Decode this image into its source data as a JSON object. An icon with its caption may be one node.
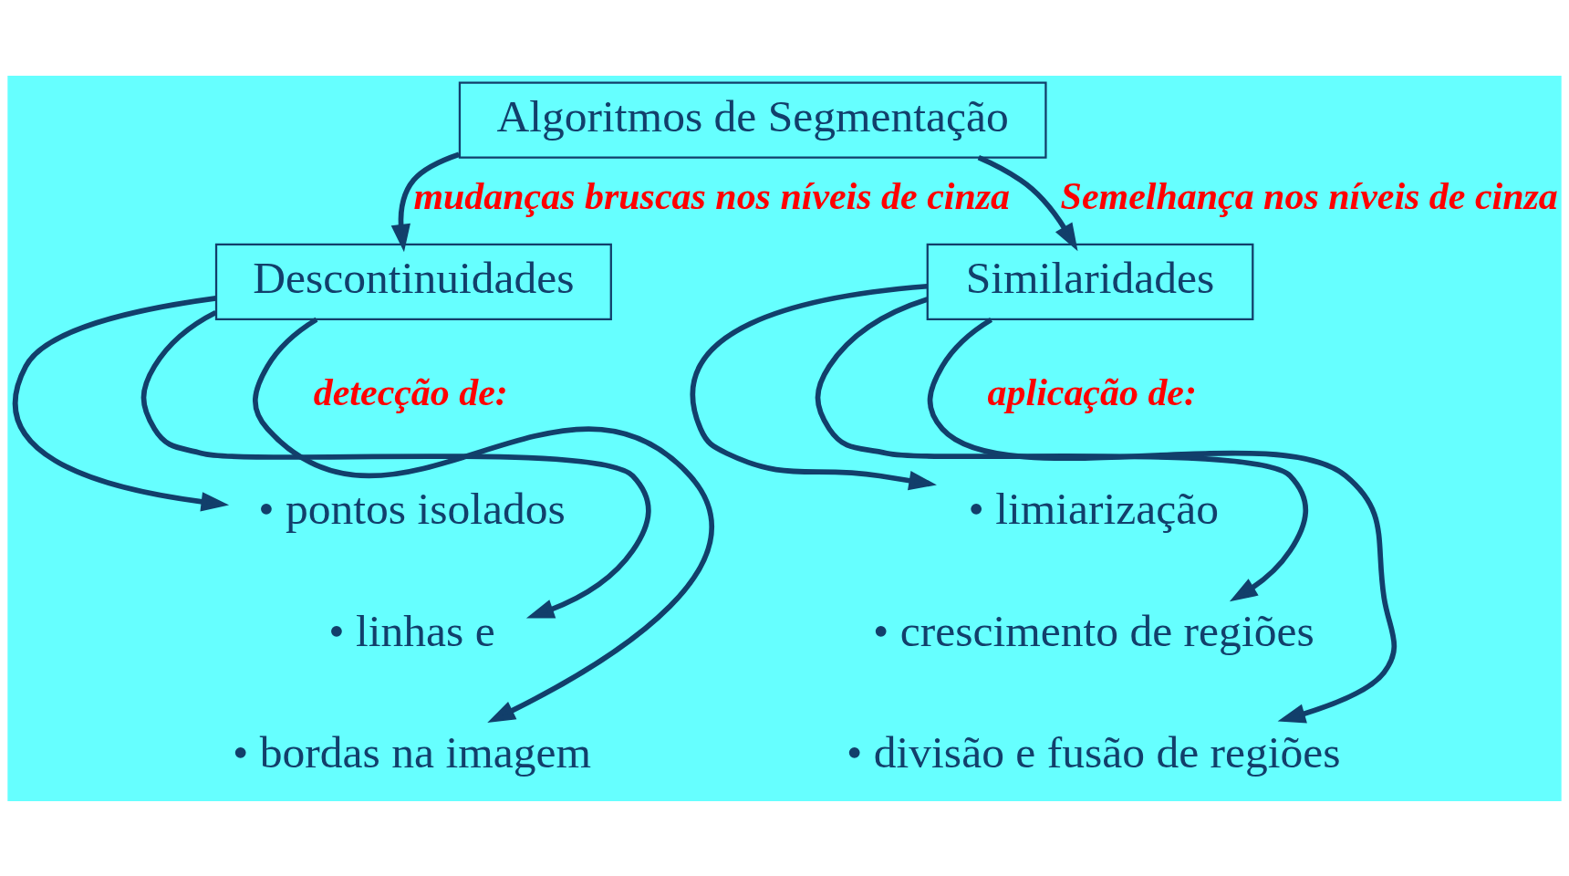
{
  "diagram": {
    "nodes": [
      {
        "text": [
          "Algoritmos de Segmentação"
        ]
      },
      {
        "text": [
          "Descontinuidades"
        ]
      },
      {
        "text": [
          "Similaridades"
        ]
      },
      {
        "text": [
          "• pontos isolados"
        ]
      },
      {
        "text": [
          "• linhas e"
        ]
      },
      {
        "text": [
          "• bordas na imagem"
        ]
      },
      {
        "text": [
          "• limiarização"
        ]
      },
      {
        "text": [
          "• crescimento de regiões"
        ]
      },
      {
        "text": [
          "• divisão e fusão de regiões"
        ]
      }
    ],
    "edges": [
      {
        "from": 0,
        "to": 1,
        "arrow": "to",
        "label": "mudanças bruscas nos níveis de cinza"
      },
      {
        "from": 0,
        "to": 2,
        "arrow": "to",
        "label": "Semelhança nos níveis de cinza"
      },
      {
        "from": 1,
        "to": 3,
        "arrow": "to"
      },
      {
        "from": 1,
        "to": 4,
        "arrow": "to"
      },
      {
        "from": 1,
        "to": 5,
        "arrow": "to"
      },
      {
        "from": 2,
        "to": 6,
        "arrow": "to"
      },
      {
        "from": 2,
        "to": 7,
        "arrow": "to"
      },
      {
        "from": 2,
        "to": 8,
        "arrow": "to"
      }
    ],
    "labels": [
      "detecção de:",
      "aplicação de:"
    ]
  }
}
